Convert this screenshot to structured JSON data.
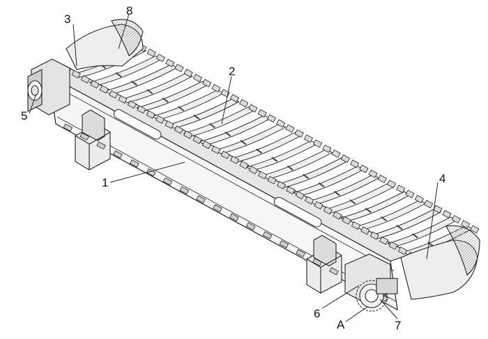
{
  "diagram": {
    "callouts": [
      {
        "id": "1",
        "label": "1"
      },
      {
        "id": "2",
        "label": "2"
      },
      {
        "id": "3",
        "label": "3"
      },
      {
        "id": "4",
        "label": "4"
      },
      {
        "id": "5",
        "label": "5"
      },
      {
        "id": "6",
        "label": "6"
      },
      {
        "id": "7",
        "label": "7"
      },
      {
        "id": "8",
        "label": "8"
      },
      {
        "id": "A",
        "label": "A"
      }
    ],
    "colors": {
      "line": "#222222",
      "background": "#ffffff",
      "face": "#f4f4f4",
      "shade": "#d9d9d9"
    }
  }
}
